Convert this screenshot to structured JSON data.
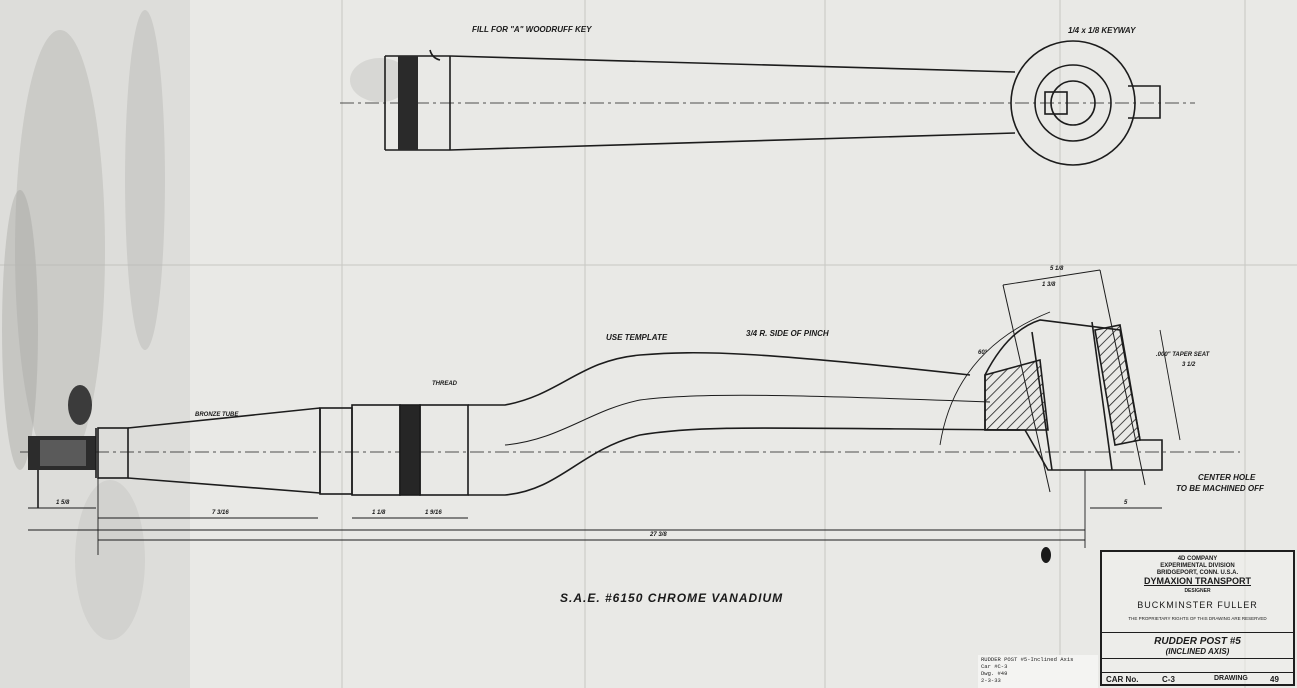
{
  "top_view": {
    "fill_note": "FILL FOR \"A\" WOODRUFF KEY",
    "keyway_note": "1/4 x 1/8 KEYWAY"
  },
  "side_view": {
    "use_template": "USE TEMPLATE",
    "radius_note": "3/4 R. SIDE OF PINCH",
    "thread_note": "THREAD",
    "taper_note": "BRONZE TUBE",
    "angle_note": "60°",
    "drill_note": ".000\" TAPER SEAT",
    "center_note_line1": "CENTER HOLE",
    "center_note_line2": "TO BE MACHINED OFF",
    "dim_1_5_8": "1 5/8",
    "dim_7_3_16": "7 3/16",
    "dim_1_1_8": "1 1/8",
    "dim_1_9_16": "1 9/16",
    "dim_27_3_8": "27 3/8",
    "dim_top_1": "5 1/8",
    "dim_top_2": "1 3/8",
    "dim_side": "3 1/2",
    "dim_bottom": "5"
  },
  "material": "S.A.E. #6150 CHROME VANADIUM",
  "title_block": {
    "company": "4D COMPANY",
    "division": "EXPERIMENTAL DIVISION",
    "location": "BRIDGEPORT, CONN. U.S.A.",
    "product": "DYMAXION TRANSPORT",
    "designer_label": "DESIGNER",
    "designer": "BUCKMINSTER FULLER",
    "notice": "THE PROPRIETARY RIGHTS OF THIS DRAWING ARE RESERVED",
    "part_name": "RUDDER POST #5",
    "part_sub": "(INCLINED AXIS)",
    "car_label": "CAR No.",
    "car_no": "C-3",
    "drawing_label": "DRAWING",
    "drawing_no": "49"
  },
  "notes_box": {
    "line1": "RUDDER POST #5-Inclined Axis",
    "line2": "Car #C-3",
    "line3": "Dwg. #49",
    "line4": "2-3-33"
  }
}
